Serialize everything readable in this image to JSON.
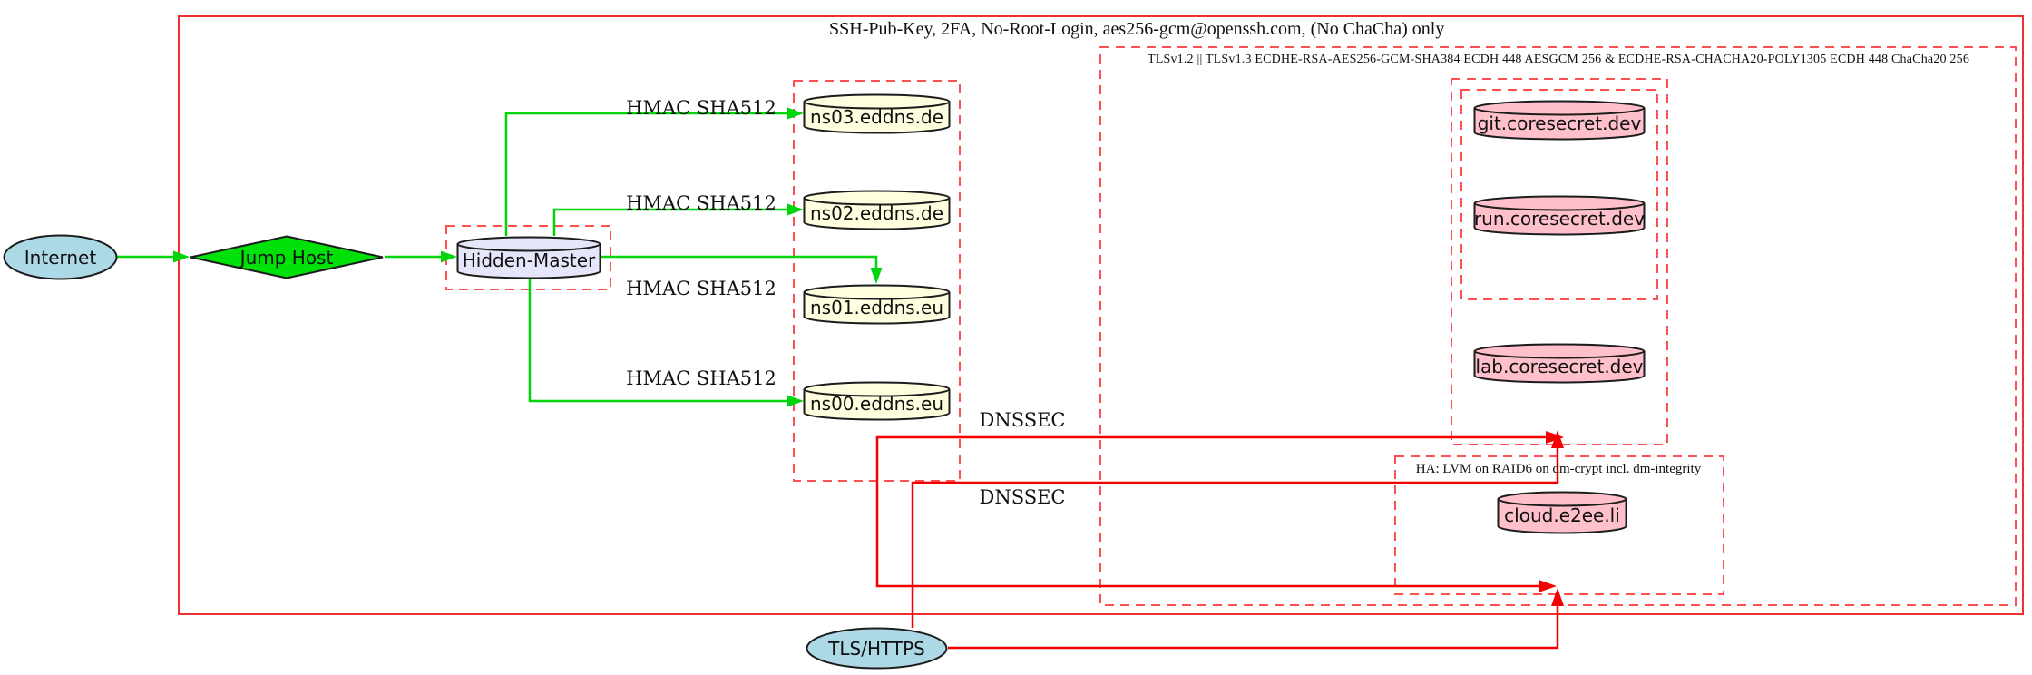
{
  "diagram": {
    "clusters": {
      "ssh": {
        "label": "SSH-Pub-Key, 2FA, No-Root-Login, aes256-gcm@openssh.com, (No ChaCha) only"
      },
      "tls": {
        "label": "TLSv1.2 || TLSv1.3 ECDHE-RSA-AES256-GCM-SHA384 ECDH 448 AESGCM 256 & ECDHE-RSA-CHACHA20-POLY1305 ECDH 448 ChaCha20 256"
      },
      "ha": {
        "label": "HA: LVM on RAID6 on dm-crypt incl. dm-integrity"
      }
    },
    "nodes": {
      "internet": {
        "label": "Internet",
        "fill": "#add8e6"
      },
      "jump_host": {
        "label": "Jump Host",
        "fill": "#00e109"
      },
      "hidden_master": {
        "label": "Hidden-Master",
        "fill": "#e6e6fa"
      },
      "ns03": {
        "label": "ns03.eddns.de",
        "fill": "#ffffe0"
      },
      "ns02": {
        "label": "ns02.eddns.de",
        "fill": "#ffffe0"
      },
      "ns01": {
        "label": "ns01.eddns.eu",
        "fill": "#ffffe0"
      },
      "ns00": {
        "label": "ns00.eddns.eu",
        "fill": "#ffffe0"
      },
      "git": {
        "label": "git.coresecret.dev",
        "fill": "#ffc0cb"
      },
      "run": {
        "label": "run.coresecret.dev",
        "fill": "#ffc0cb"
      },
      "lab": {
        "label": "lab.coresecret.dev",
        "fill": "#ffc0cb"
      },
      "cloud": {
        "label": "cloud.e2ee.li",
        "fill": "#ffc0cb"
      },
      "tls_https": {
        "label": "TLS/HTTPS",
        "fill": "#add8e6"
      }
    },
    "edge_labels": {
      "hmac": "HMAC SHA512",
      "dnssec": "DNSSEC"
    },
    "colors": {
      "green_edge": "#00d40a",
      "red_edge": "#f40000",
      "dashed_border": "#ff5050",
      "solid_border": "#f03030",
      "node_stroke": "#1c1c1c"
    }
  }
}
